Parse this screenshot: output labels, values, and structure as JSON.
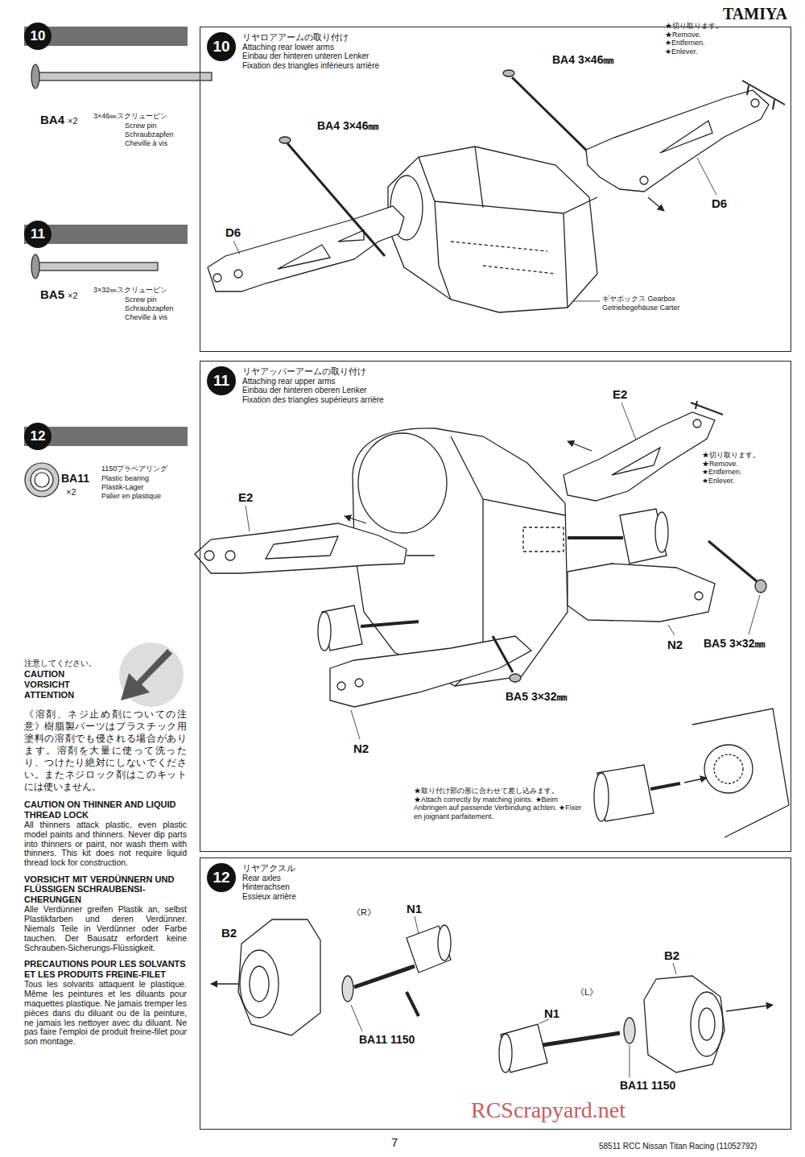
{
  "diagram": {
    "nodes": [
      {
        "text": [
          "10"
        ]
      },
      {
        "text": [
          "11"
        ]
      },
      {
        "text": [
          "12"
        ]
      },
      {
        "text": [
          "リヤロアアームの取り付け",
          "Attaching rear lower arms",
          "Einbau der hinteren unteren Lenker",
          "Fixation des triangles inférieurs arrière"
        ]
      },
      {
        "text": [
          "10"
        ],
        "in": 3
      },
      {
        "text": [
          "リヤアッパーアームの取り付け",
          "Attaching rear upper arms",
          "Einbau der hinteren oberen Lenker",
          "Fixation des triangles supérieurs arrière"
        ]
      },
      {
        "text": [
          "11"
        ],
        "in": 5
      },
      {
        "text": [
          "リヤアクスル",
          "Rear axles",
          "Hinterachsen",
          "Essieux arrière"
        ]
      },
      {
        "text": [
          "12"
        ],
        "in": 7
      }
    ],
    "labels": [
      "TAMIYA",
      "BA4",
      "×2",
      "3×46㎜スクリューピン",
      "Screw pin",
      "Schraubzapfen",
      "Cheville à vis",
      "BA5",
      "×2",
      "3×32㎜スクリューピン",
      "Screw pin",
      "Schraubzapfen",
      "Cheville à vis",
      "BA11",
      "×2",
      "1150プラベアリング",
      "Plastic bearing",
      "Plastik-Lager",
      "Palier en plastique",
      "注意してください。",
      "CAUTION",
      "VORSICHT",
      "ATTENTION",
      "《溶剤、ネジ止め剤についての注意》樹脂製パーツはプラスチック用塗料の溶剤でも侵される場合があります。溶剤を大量に使って洗ったり、つけたり絶対にしないでください。またネジロック剤はこのキットには使いません。",
      "CAUTION ON THINNER AND LIQUID THREAD LOCK",
      "All thinners attack plastic, even plastic model paints and thinners. Never dip parts into thinners or paint, nor wash them with thinners. This kit does not require liquid thread lock for construction.",
      "VORSICHT MIT VERDÜNNERN UND FLÜSSIGEN SCHRAUBENSI- CHERUNGEN",
      "Alle Verdünner greifen Plastik an, selbst Plastikfarben und deren Verdünner. Niemals Teile in Verdünner oder Farbe tauchen. Der Bausatz erfordert keine Schrauben-Sicherungs-Flüssigkeit.",
      "PRECAUTIONS POUR LES SOLVANTS ET LES PRODUITS FREINE-FILET",
      "Tous les solvants attaquent le plastique. Même les peintures et les diluants pour maquettes plastique. Ne jamais tremper les pièces dans du diluant ou de la peinture, ne jamais les nettoyer avec du diluant. Ne pas faire l'emploi de produit freine-filet pour son montage.",
      "BA4 3×46㎜",
      "BA4 3×46㎜",
      "★切り取ります。 ★Remove. ★Entfernen. ★Enlever.",
      "D6",
      "D6",
      "ギヤボックス Gearbox Getriebegehäuse Carter",
      "E2",
      "★切り取ります。 ★Remove. ★Entfernen. ★Enlever.",
      "E2",
      "N2",
      "BA5 3×32㎜",
      "BA5 3×32㎜",
      "N2",
      "★取り付け部の形に合わせて差し込みます。 ★Attach correctly by matching joints. ★Beim Anbringen auf passende Verbindung achten. ★Fixer en joignant parfaitement.",
      "《R》",
      "N1",
      "B2",
      "BA11 1150",
      "《L》",
      "N1",
      "B2",
      "BA11 1150",
      "7",
      "58511 RCC Nissan Titan Racing (11052792)",
      "RCScrapyard.net"
    ]
  }
}
